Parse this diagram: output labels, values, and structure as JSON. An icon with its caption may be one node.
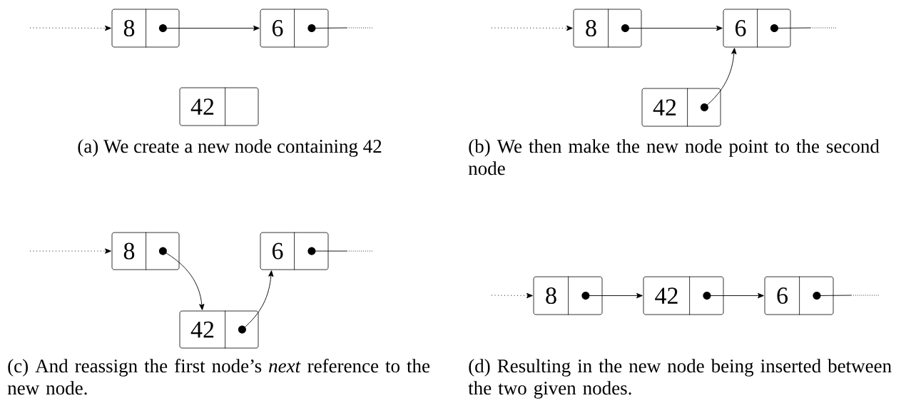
{
  "diagram": {
    "nodes": [
      {
        "text": [
          "8"
        ]
      },
      {
        "text": [
          "6"
        ]
      },
      {
        "text": [
          "42"
        ]
      },
      {
        "text": [
          "8"
        ]
      },
      {
        "text": [
          "6"
        ]
      },
      {
        "text": [
          "42"
        ]
      },
      {
        "text": [
          "8"
        ]
      },
      {
        "text": [
          "6"
        ]
      },
      {
        "text": [
          "42"
        ]
      },
      {
        "text": [
          "8"
        ]
      },
      {
        "text": [
          "42"
        ]
      },
      {
        "text": [
          "6"
        ]
      }
    ],
    "edges": [
      {
        "from": null,
        "to": 0,
        "arrow": "to",
        "style": "dashed"
      },
      {
        "from": 0,
        "to": 1,
        "arrow": "to"
      },
      {
        "from": 1,
        "to": null,
        "arrow": "none"
      },
      {
        "from": null,
        "to": 3,
        "arrow": "to",
        "style": "dashed"
      },
      {
        "from": 3,
        "to": 4,
        "arrow": "to"
      },
      {
        "from": 4,
        "to": null,
        "arrow": "none"
      },
      {
        "from": 5,
        "to": 4,
        "arrow": "to"
      },
      {
        "from": null,
        "to": 6,
        "arrow": "to",
        "style": "dashed"
      },
      {
        "from": 6,
        "to": 8,
        "arrow": "to"
      },
      {
        "from": 8,
        "to": 7,
        "arrow": "to"
      },
      {
        "from": 7,
        "to": null,
        "arrow": "none"
      },
      {
        "from": null,
        "to": 9,
        "arrow": "to",
        "style": "dashed"
      },
      {
        "from": 9,
        "to": 10,
        "arrow": "to"
      },
      {
        "from": 10,
        "to": 11,
        "arrow": "to"
      },
      {
        "from": 11,
        "to": null,
        "arrow": "none"
      }
    ],
    "labels": [
      "(a) We create a new node containing 42",
      "(b) We then make the new node point to the second node",
      "(c) And reassign the first node’s *next* reference to the new node.",
      "(d) Resulting in the new node being inserted between the two given nodes."
    ]
  }
}
